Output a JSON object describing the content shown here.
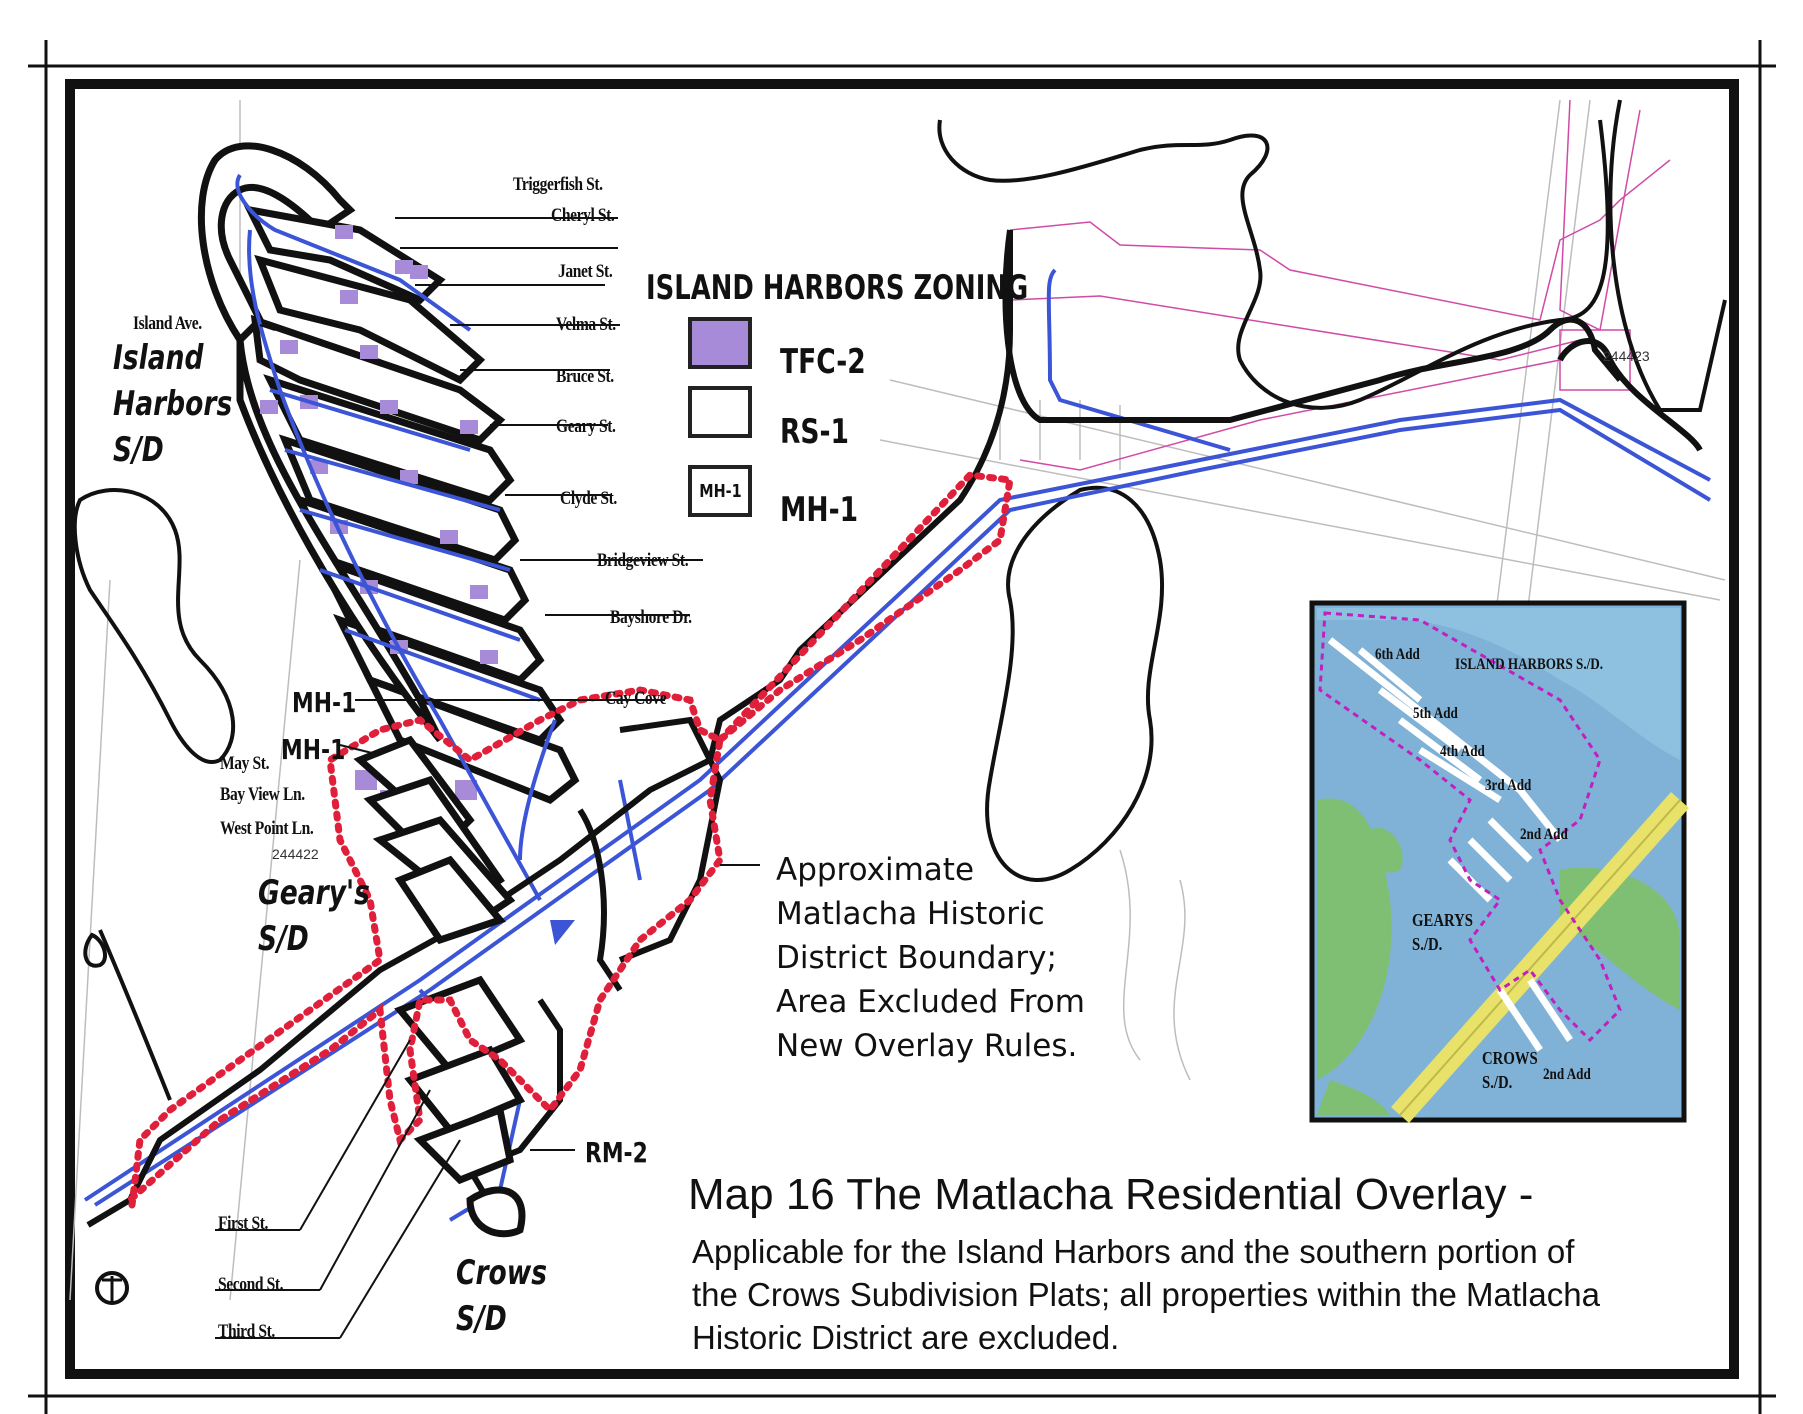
{
  "map": {
    "title": "Map 16 The Matlacha Residential Overlay -",
    "subtitle_lines": [
      "Applicable for the Island Harbors and the southern portion of",
      "the Crows Subdivision Plats; all properties within the Matlacha",
      "Historic District are excluded."
    ]
  },
  "legend": {
    "title": "ISLAND HARBORS ZONING",
    "items": [
      {
        "code": "TFC-2",
        "swatch_color": "#a78bd8"
      },
      {
        "code": "RS-1",
        "swatch_color": "#ffffff"
      },
      {
        "code": "MH-1",
        "swatch_text": "MH-1"
      }
    ]
  },
  "streets": {
    "triggerfish": "Triggerfish St.",
    "cheryl": "Cheryl St.",
    "janet": "Janet St.",
    "velma": "Velma St.",
    "bruce": "Bruce St.",
    "geary": "Geary St.",
    "clyde": "Clyde St.",
    "bridgeview": "Bridgeview St.",
    "bayshore": "Bayshore Dr.",
    "island_ave": "Island Ave.",
    "cay_cove": "Cay Cove",
    "may": "May St.",
    "bay_view": "Bay View Ln.",
    "west_point": "West Point Ln.",
    "first": "First St.",
    "second": "Second St.",
    "third": "Third St."
  },
  "subdivisions": {
    "island_harbors": "Island\nHarbors\nS/D",
    "gearys": "Geary's\nS/D",
    "crows": "Crows\nS/D"
  },
  "zone_labels": {
    "mh1_a": "MH-1",
    "mh1_b": "MH-1",
    "rm2": "RM-2"
  },
  "parcel_numbers": {
    "left": "244422",
    "right": "244423"
  },
  "historic_note_lines": [
    "Approximate",
    "Matlacha Historic",
    "District Boundary;",
    "Area Excluded From",
    "New Overlay Rules."
  ],
  "inset": {
    "labels": {
      "add6": "6th Add",
      "island_harbors": "ISLAND HARBORS S./D.",
      "add5": "5th Add",
      "add4": "4th Add",
      "add3": "3rd Add",
      "add2": "2nd Add",
      "gearys": "GEARYS\nS./D.",
      "crows": "CROWS\nS./D.",
      "crows_add2": "2nd Add"
    },
    "water_color": "#7fb2d6",
    "land_color": "#7fbf73",
    "boundary_color": "#c21fbf"
  },
  "colors": {
    "road_blue": "#3b55d6",
    "historic_boundary": "#e0203a",
    "tfc2": "#a78bd8"
  }
}
